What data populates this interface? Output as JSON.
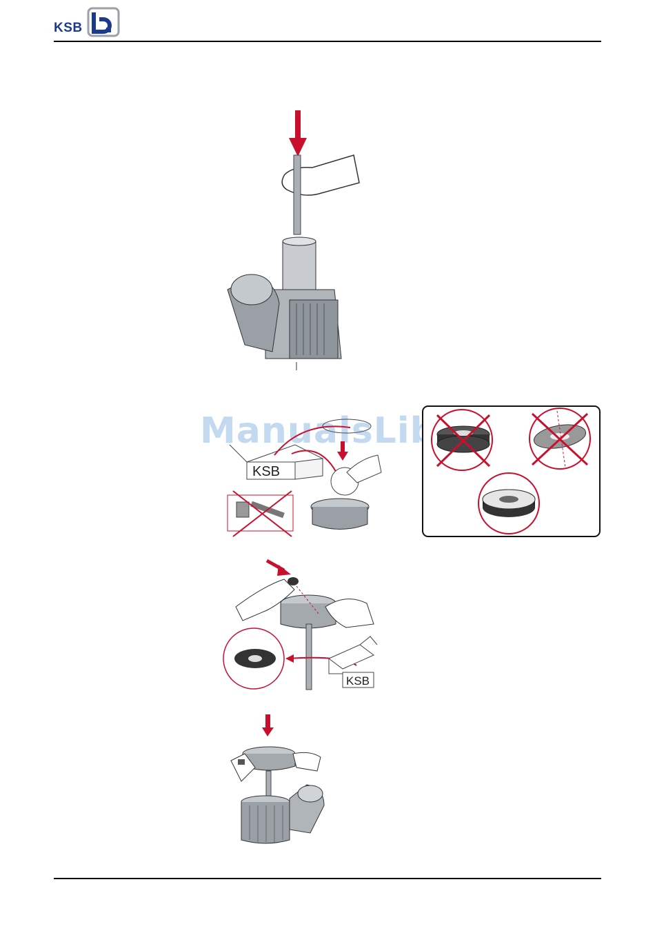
{
  "header": {
    "logo_text": "KSB",
    "logo_brand_color": "#1b3a8c"
  },
  "watermark": {
    "text": "ManualsLib.de"
  },
  "figure2": {
    "box_label": "KSB"
  },
  "figure3": {
    "box_label": "KSB"
  },
  "colors": {
    "accent_red": "#c8102e",
    "rule": "#000000"
  }
}
